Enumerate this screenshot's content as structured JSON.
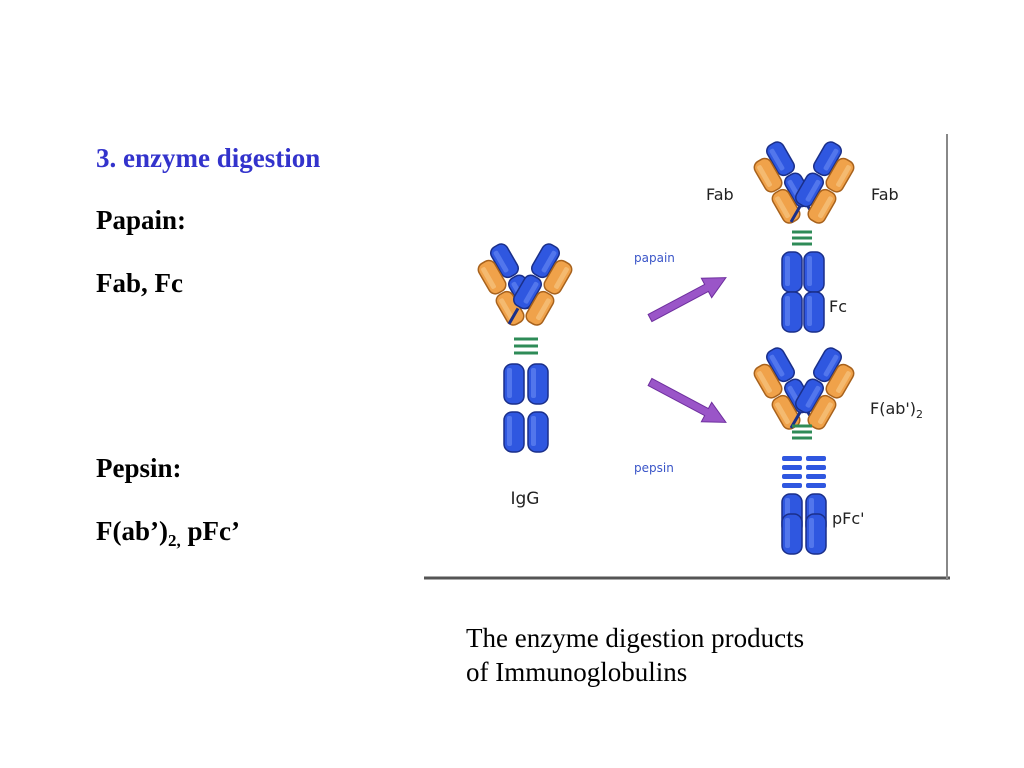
{
  "slide": {
    "heading": "3. enzyme digestion",
    "papain_title": "Papain:",
    "papain_products": "Fab, Fc",
    "pepsin_title": "Pepsin:",
    "pepsin_products_main": "F(ab’)",
    "pepsin_products_sub": "2,",
    "pepsin_products_rest": " pFc’"
  },
  "figure": {
    "intact_label": "IgG",
    "papain_label": "papain",
    "pepsin_label": "pepsin",
    "fab_left_label": "Fab",
    "fab_right_label": "Fab",
    "fc_label": "Fc",
    "fab2_label_main": "F(ab')",
    "fab2_label_sub": "2",
    "pfc_label": "pFc'",
    "colors": {
      "heavy_chain": "#2f57e0",
      "light_chain": "#f0a24a",
      "disulfide": "#2e8b57",
      "arrow": "#9a55c8",
      "heading": "#3333cc"
    }
  },
  "caption": {
    "line1": "The enzyme digestion products",
    "line2": "of Immunoglobulins"
  }
}
